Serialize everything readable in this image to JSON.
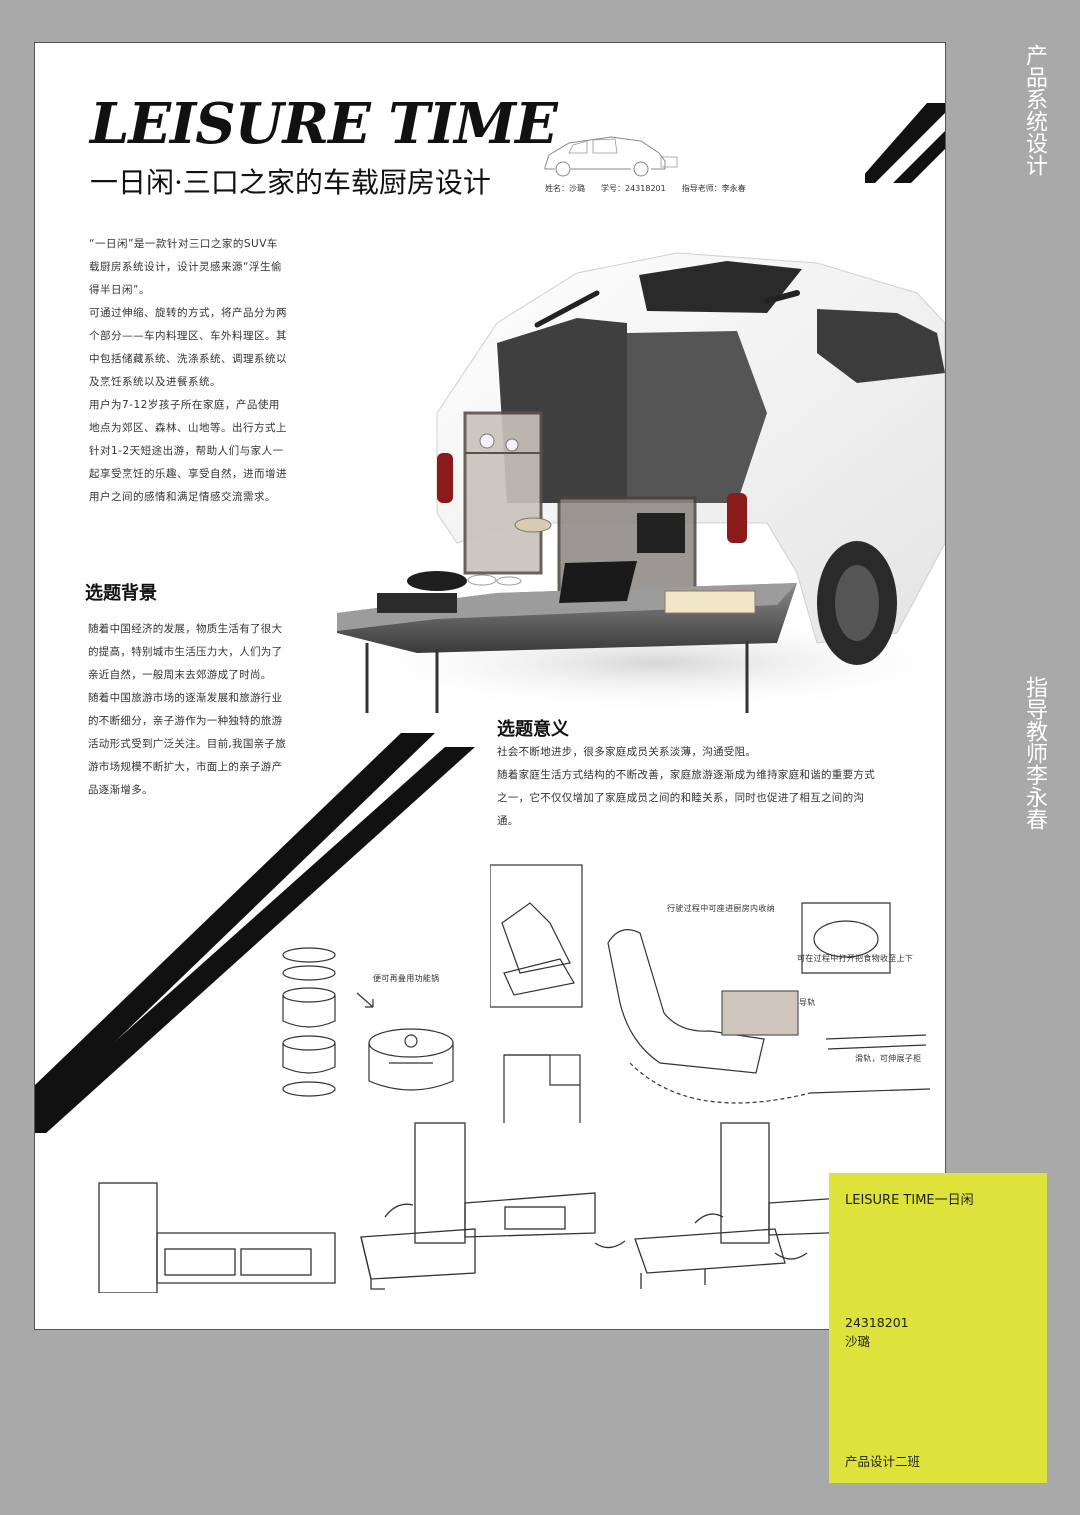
{
  "header": {
    "title_en": "LEISURE TIME",
    "title_cn": "一日闲·三口之家的车载厨房设计",
    "name": "姓名：沙璐",
    "student_id": "学号：24318201",
    "advisor": "指导老师：李永春"
  },
  "intro": [
    "“一日闲”是一款针对三口之家的SUV车载厨房系统设计，设计灵感来源“浮生偷得半日闲”。",
    "可通过伸缩、旋转的方式，将产品分为两个部分——车内料理区、车外料理区。其中包括储藏系统、洗涤系统、调理系统以及烹饪系统以及进餐系统。",
    "用户为7-12岁孩子所在家庭，产品使用地点为郊区、森林、山地等。出行方式上针对1-2天短途出游，帮助人们与家人一起享受烹饪的乐趣、享受自然，进而增进用户之间的感情和满足情感交流需求。"
  ],
  "background": {
    "heading": "选题背景",
    "paragraphs": [
      "随着中国经济的发展，物质生活有了很大的提高，特别城市生活压力大，人们为了亲近自然，一般周末去郊游成了时尚。",
      "随着中国旅游市场的逐渐发展和旅游行业的不断细分，亲子游作为一种独特的旅游活动形式受到广泛关注。目前,我国亲子旅游市场规模不断扩大，市面上的亲子游产品逐渐增多。"
    ]
  },
  "significance": {
    "heading": "选题意义",
    "paragraphs": [
      "社会不断地进步，很多家庭成员关系淡薄，沟通受阻。",
      "随着家庭生活方式结构的不断改善，家庭旅游逐渐成为维持家庭和谐的重要方式之一，它不仅仅增加了家庭成员之间的和睦关系，同时也促进了相互之间的沟通。"
    ]
  },
  "sketch_notes": {
    "pot": "便可再叠用功能锅",
    "rotate": "行驶过程中可座进厨房内收纳",
    "storage": "可在过程中打开把食物收至上下",
    "rail": "导轨",
    "slide": "滑轨，可伸展子柜"
  },
  "side": {
    "top": "产品系统设计",
    "bottom": "指导教师李永春"
  },
  "label_box": {
    "title": "LEISURE TIME一日闲",
    "id": "24318201",
    "name": "沙璐",
    "class_name": "产品设计二班"
  },
  "colors": {
    "background": "#a9a9a9",
    "sheet": "#ffffff",
    "accent": "#dde33a",
    "ink": "#111111"
  }
}
